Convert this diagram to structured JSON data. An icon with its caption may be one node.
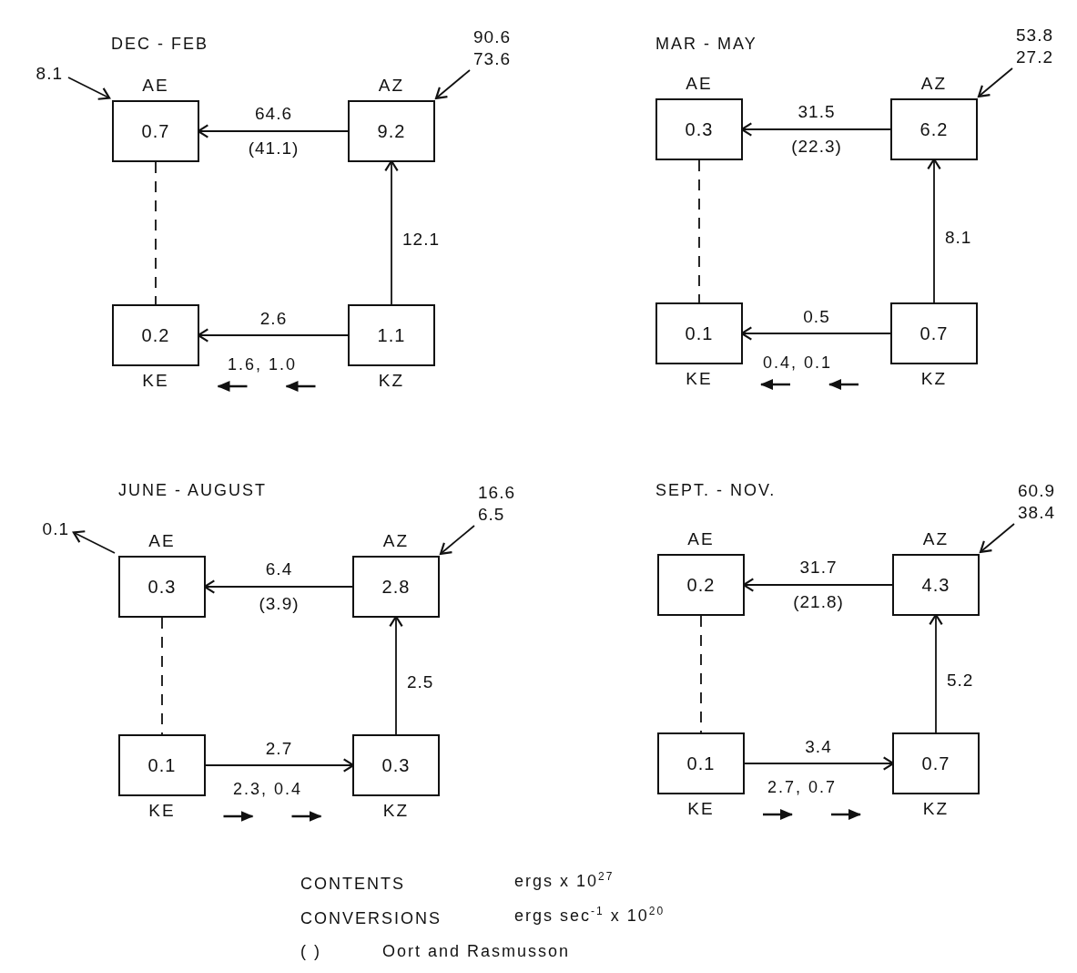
{
  "diagram": {
    "nodes": [
      {
        "text": [
          "AE",
          "0.7"
        ]
      },
      {
        "text": [
          "AZ",
          "9.2"
        ]
      },
      {
        "text": [
          "0.2",
          "KE"
        ]
      },
      {
        "text": [
          "1.1",
          "KZ"
        ]
      },
      {
        "text": [
          "AE",
          "0.3"
        ]
      },
      {
        "text": [
          "AZ",
          "6.2"
        ]
      },
      {
        "text": [
          "0.1",
          "KE"
        ]
      },
      {
        "text": [
          "0.7",
          "KZ"
        ]
      },
      {
        "text": [
          "AE",
          "0.3"
        ]
      },
      {
        "text": [
          "AZ",
          "2.8"
        ]
      },
      {
        "text": [
          "0.1",
          "KE"
        ]
      },
      {
        "text": [
          "0.3",
          "KZ"
        ]
      },
      {
        "text": [
          "AE",
          "0.2"
        ]
      },
      {
        "text": [
          "AZ",
          "4.3"
        ]
      },
      {
        "text": [
          "0.1",
          "KE"
        ]
      },
      {
        "text": [
          "0.7",
          "KZ"
        ]
      }
    ],
    "edges": [
      {
        "from": null,
        "to": 0,
        "arrow": "to",
        "label": "8.1"
      },
      {
        "from": null,
        "to": 1,
        "arrow": "to",
        "label": "90.6 73.6"
      },
      {
        "from": 1,
        "to": 0,
        "arrow": "to",
        "label": "64.6 (41.1)"
      },
      {
        "from": 0,
        "to": 2,
        "arrow": "none",
        "style": "dashed"
      },
      {
        "from": 3,
        "to": 1,
        "arrow": "to",
        "label": "12.1"
      },
      {
        "from": 3,
        "to": 2,
        "arrow": "to",
        "label": "2.6"
      },
      {
        "from": null,
        "to": 5,
        "arrow": "to",
        "label": "53.8 27.2"
      },
      {
        "from": 5,
        "to": 4,
        "arrow": "to",
        "label": "31.5 (22.3)"
      },
      {
        "from": 4,
        "to": 6,
        "arrow": "none",
        "style": "dashed"
      },
      {
        "from": 7,
        "to": 5,
        "arrow": "to",
        "label": "8.1"
      },
      {
        "from": 7,
        "to": 6,
        "arrow": "to",
        "label": "0.5"
      },
      {
        "from": 8,
        "to": null,
        "arrow": "to",
        "label": "0.1"
      },
      {
        "from": null,
        "to": 9,
        "arrow": "to",
        "label": "16.6 6.5"
      },
      {
        "from": 9,
        "to": 8,
        "arrow": "to",
        "label": "6.4 (3.9)"
      },
      {
        "from": 8,
        "to": 10,
        "arrow": "none",
        "style": "dashed"
      },
      {
        "from": 11,
        "to": 9,
        "arrow": "to",
        "label": "2.5"
      },
      {
        "from": 10,
        "to": 11,
        "arrow": "to",
        "label": "2.7"
      },
      {
        "from": null,
        "to": 13,
        "arrow": "to",
        "label": "60.9 38.4"
      },
      {
        "from": 13,
        "to": 12,
        "arrow": "to",
        "label": "31.7 (21.8)"
      },
      {
        "from": 12,
        "to": 14,
        "arrow": "none",
        "style": "dashed"
      },
      {
        "from": 15,
        "to": 13,
        "arrow": "to",
        "label": "5.2"
      },
      {
        "from": 14,
        "to": 15,
        "arrow": "to",
        "label": "3.4"
      }
    ],
    "labels": [
      "DEC - FEB",
      "MAR - MAY",
      "1.6, 1.0",
      "0.4, 0.1",
      "JUNE - AUGUST",
      "SEPT. - NOV.",
      "2.3, 0.4",
      "2.7, 0.7",
      "CONTENTS",
      "ergs x 10$^{27}$",
      "CONVERSIONS",
      "ergs sec$^{-1}$ x 10$^{20}$",
      "( )",
      "Oort and Rasmusson"
    ]
  }
}
